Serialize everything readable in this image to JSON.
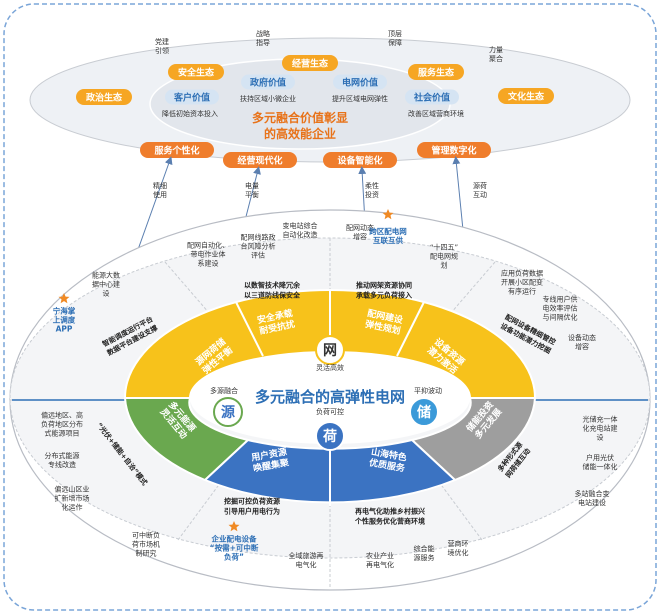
{
  "top": {
    "center_title_line1": "多元融合价值彰显",
    "center_title_line2": "的高效能企业",
    "orange_pills": [
      "政治生态",
      "安全生态",
      "经营生态",
      "服务生态",
      "文化生态"
    ],
    "blue_pills": [
      "客户价值",
      "政府价值",
      "电网价值",
      "社会价值"
    ],
    "blue_subtexts": [
      "降低初始资本投入",
      "扶持区域小微企业",
      "提升区域电网弹性",
      "改善区域营商环境"
    ],
    "small_labels": [
      "党建\n引领",
      "战略\n指导",
      "顶层\n保障",
      "力量\n聚合"
    ],
    "bottom_pills": [
      "服务个性化",
      "经营现代化",
      "设备智能化",
      "管理数字化"
    ],
    "arrow_labels": [
      "精细\n使用",
      "电量\n平衡",
      "柔性\n投资",
      "源荷\n互动"
    ]
  },
  "middle": {
    "center_title": "多元融合的高弹性电网",
    "hub_labels": {
      "wang": "网",
      "yuan": "源",
      "he": "荷",
      "chu": "储"
    },
    "hub_side_labels": {
      "top": "灵活高效",
      "left": "多源融合",
      "right": "平抑波动",
      "bottom": "负荷可控"
    },
    "yellow_sectors": [
      "源网荷储\n弹性平衡",
      "安全承载\n耐受抗扰",
      "配网建设\n弹性规划",
      "设备资源\n潜力激活"
    ],
    "green_sector": "多元能源\n灵活互动",
    "gray_sector": "储能投资\n多元发展",
    "blue_sectors": [
      "用户资源\n唤醒集聚",
      "山海特色\n优质服务"
    ],
    "outer_texts": [
      "能源大数\n据中心建\n设",
      "配网自动化、\n带电作业体\n系建设",
      "配网线路政\n台风障分析\n评估",
      "变电站综合\n自动化改造",
      "配网动态\n增容",
      "“十四五”\n配电网规\n划",
      "应用负荷数据\n开展小区配变\n有序运行",
      "专线用户供\n电效率评估\n与间隔优化",
      "设备动态\n增容",
      "偏远地区、高\n负荷地区分布\n式能源项目",
      "分布式能源\n专线改造",
      "偏远山区业\n扩新增市场\n化运作",
      "可中断负\n荷市场机\n制研究",
      "全域旅游再\n电气化",
      "农业产业\n再电气化",
      "综合能\n源服务",
      "营商环\n境优化",
      "光储充一体\n化充电站建\n设",
      "户用光伏\n储能一体化",
      "多站融合变\n电站建设"
    ],
    "star_labels": [
      "宁海掌\n上调度\nAPP",
      "跨区配电网\n互联互供",
      "企业配电设备\n“按需+可中断\n负荷”"
    ],
    "bullets": [
      "以数智技术降冗余\n以三道防线保安全",
      "推动网架资源协同\n承载多元负荷接入",
      "挖掘可控负荷资源\n引导用户用电行为",
      "再电气化助推乡村振兴\n个性服务优化营商环境",
      "智能调度运行平台\n数据平台建设支撑",
      "配网设备精细管控\n设备功能潜力挖掘",
      "“光伏+储能+自治”模式",
      "多种形式源\n网荷储互动"
    ]
  }
}
